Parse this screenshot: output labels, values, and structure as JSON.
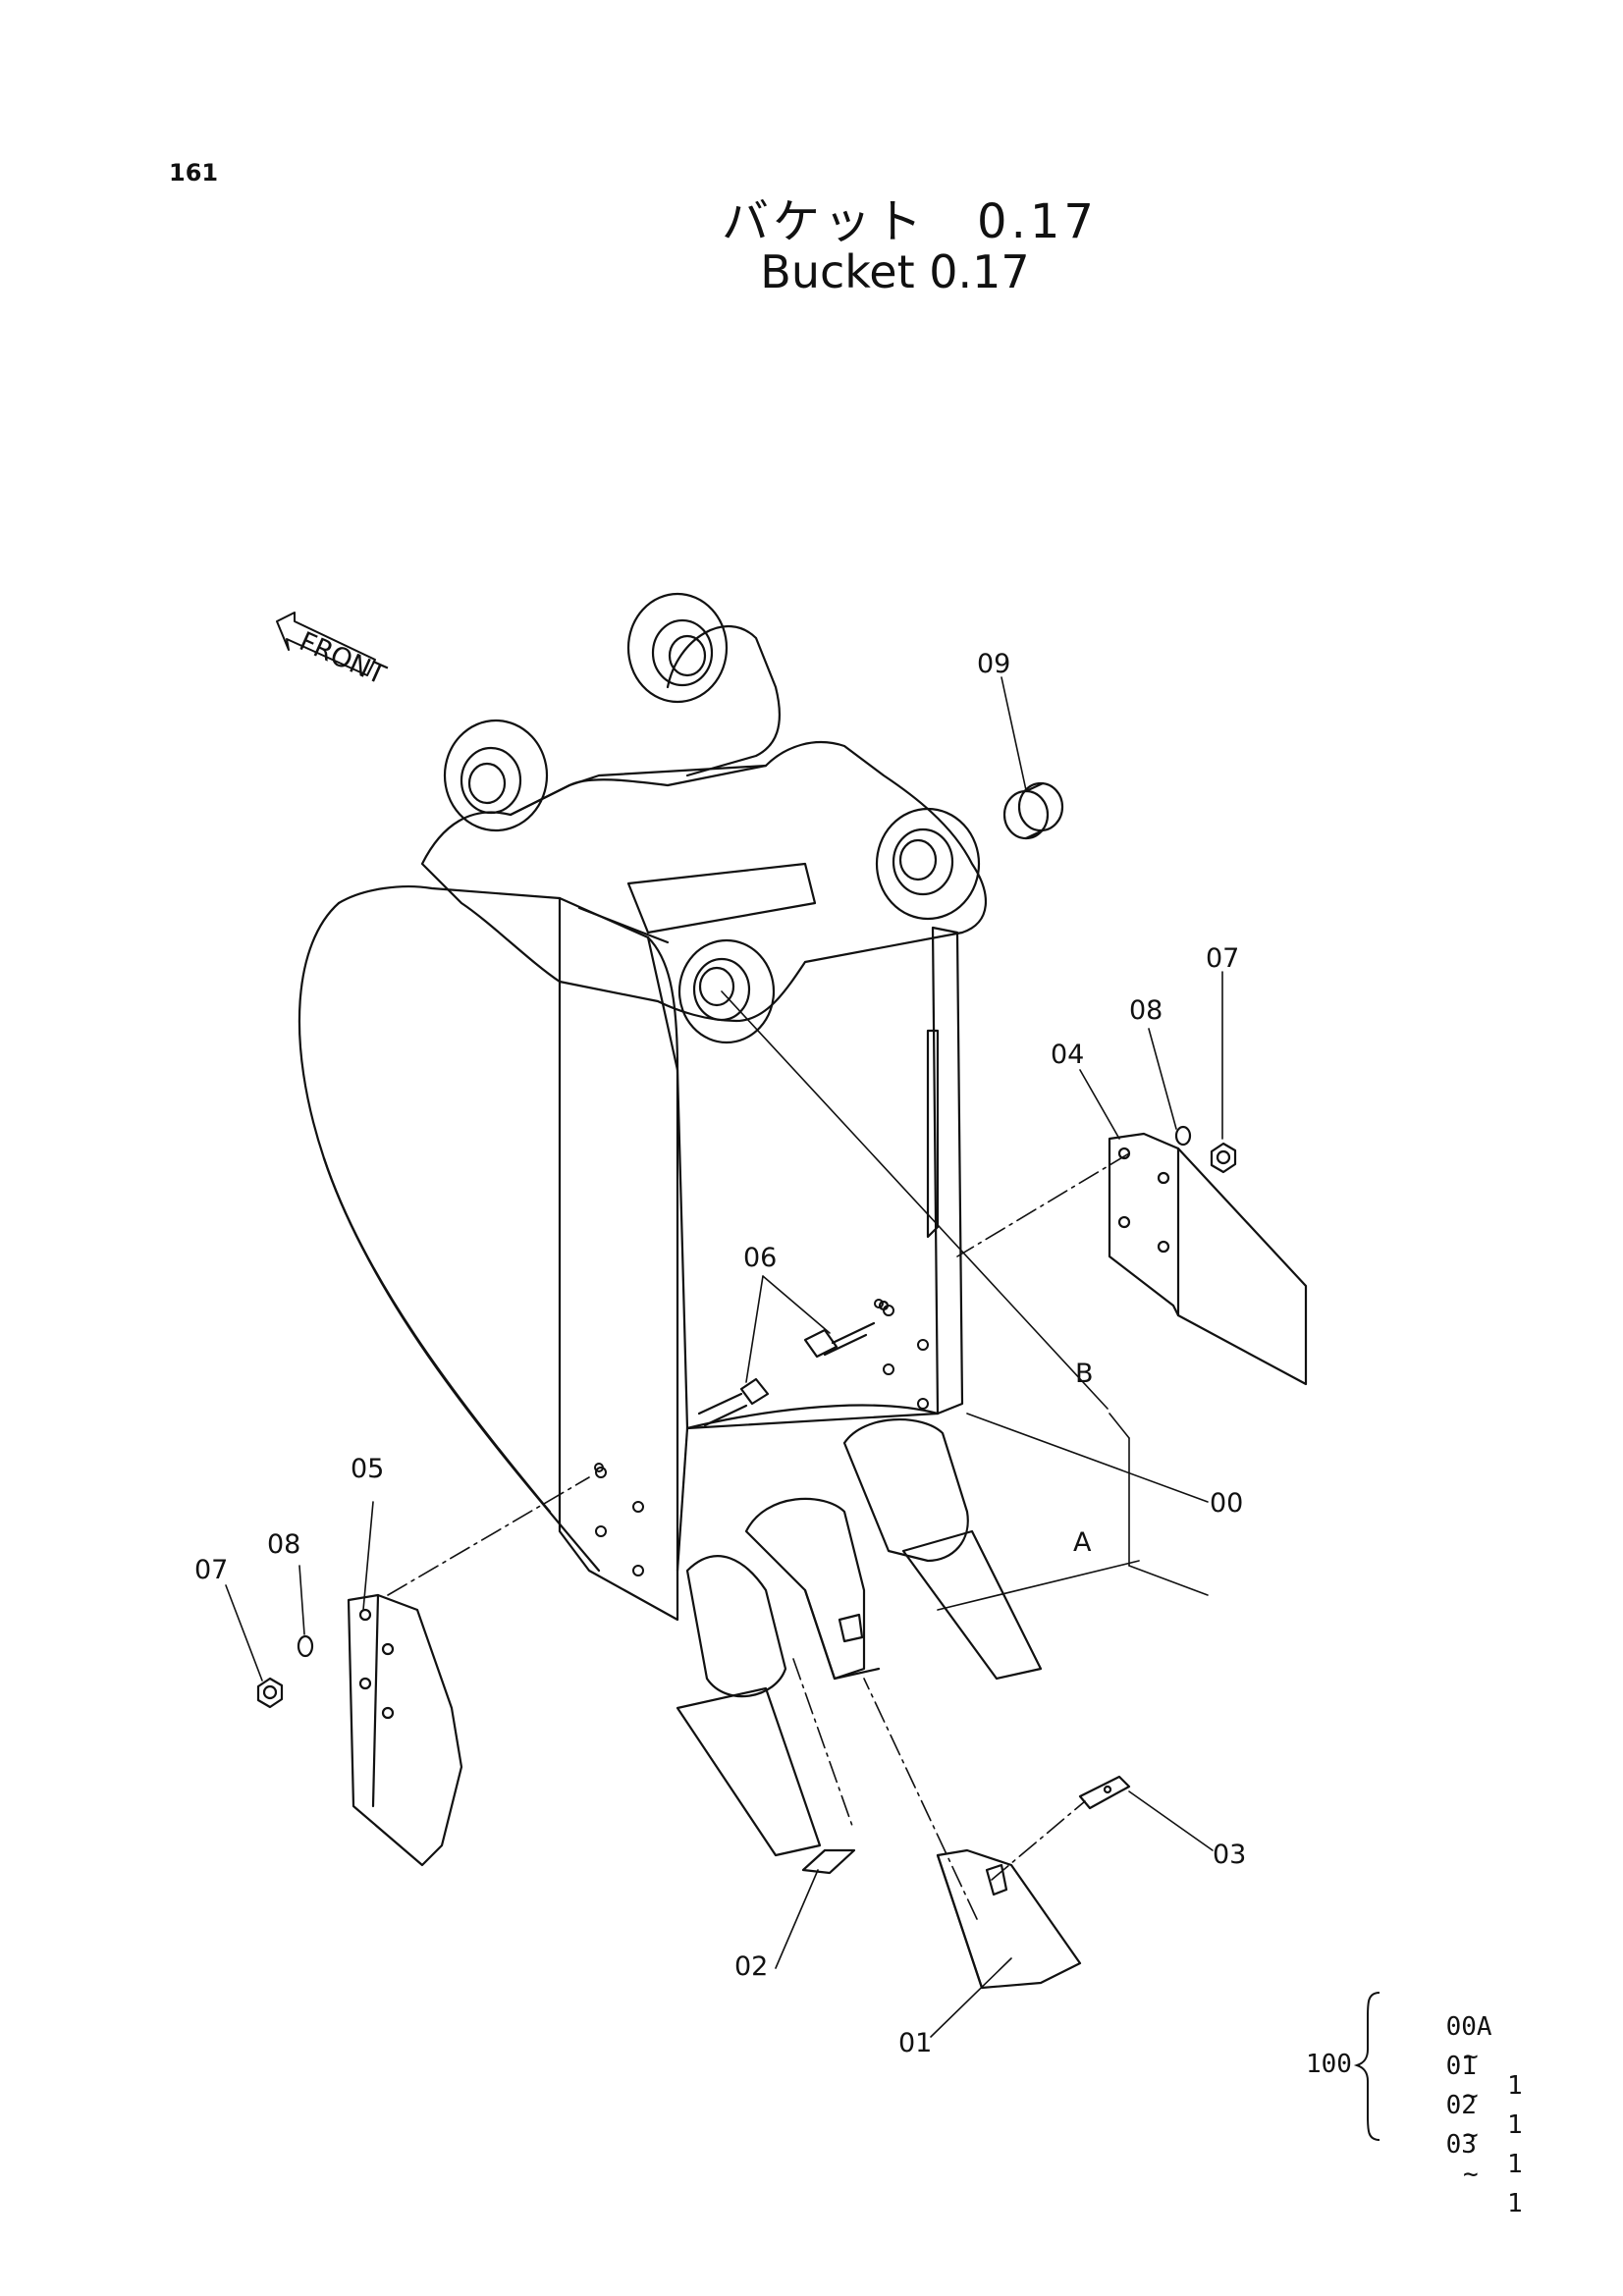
{
  "page_number": "161",
  "title_ja": "バケット　0.17",
  "title_en": "Bucket 0.17",
  "front_label": "FRONT",
  "callouts": {
    "c00": "00",
    "c01": "01",
    "c02": "02",
    "c03": "03",
    "c04": "04",
    "c05": "05",
    "c06": "06",
    "c07_right": "07",
    "c07_left": "07",
    "c08_right": "08",
    "c08_left": "08",
    "c09": "09",
    "cA": "A",
    "cB": "B"
  },
  "kit": {
    "number": "100",
    "items": [
      {
        "part": "00A",
        "sep": "~",
        "qty": "1"
      },
      {
        "part": "01",
        "sep": "~",
        "qty": "1"
      },
      {
        "part": "02",
        "sep": "~",
        "qty": "1"
      },
      {
        "part": "03",
        "sep": "~",
        "qty": "1"
      }
    ]
  }
}
